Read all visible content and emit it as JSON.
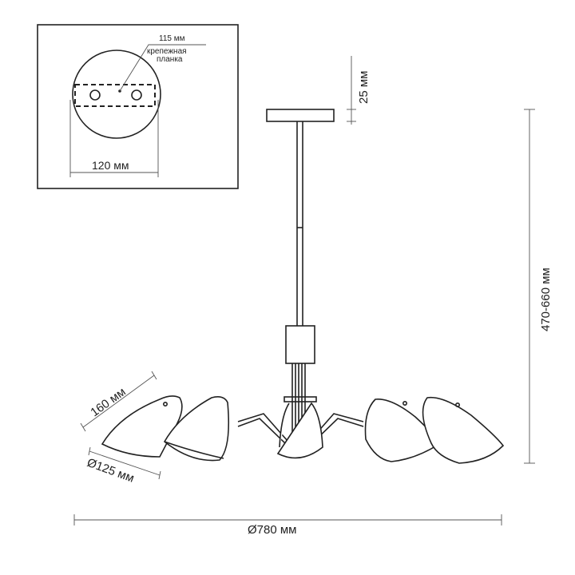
{
  "mount_inset": {
    "bracket_length": "115 мм",
    "bracket_label_line1": "крепежная",
    "bracket_label_line2": "планка",
    "canopy_diameter": "120 мм"
  },
  "dimensions": {
    "canopy_height": "25 мм",
    "total_height": "470-660 мм",
    "shade_length": "160 мм",
    "shade_diameter": "Ø125 мм",
    "overall_diameter": "Ø780 мм"
  }
}
